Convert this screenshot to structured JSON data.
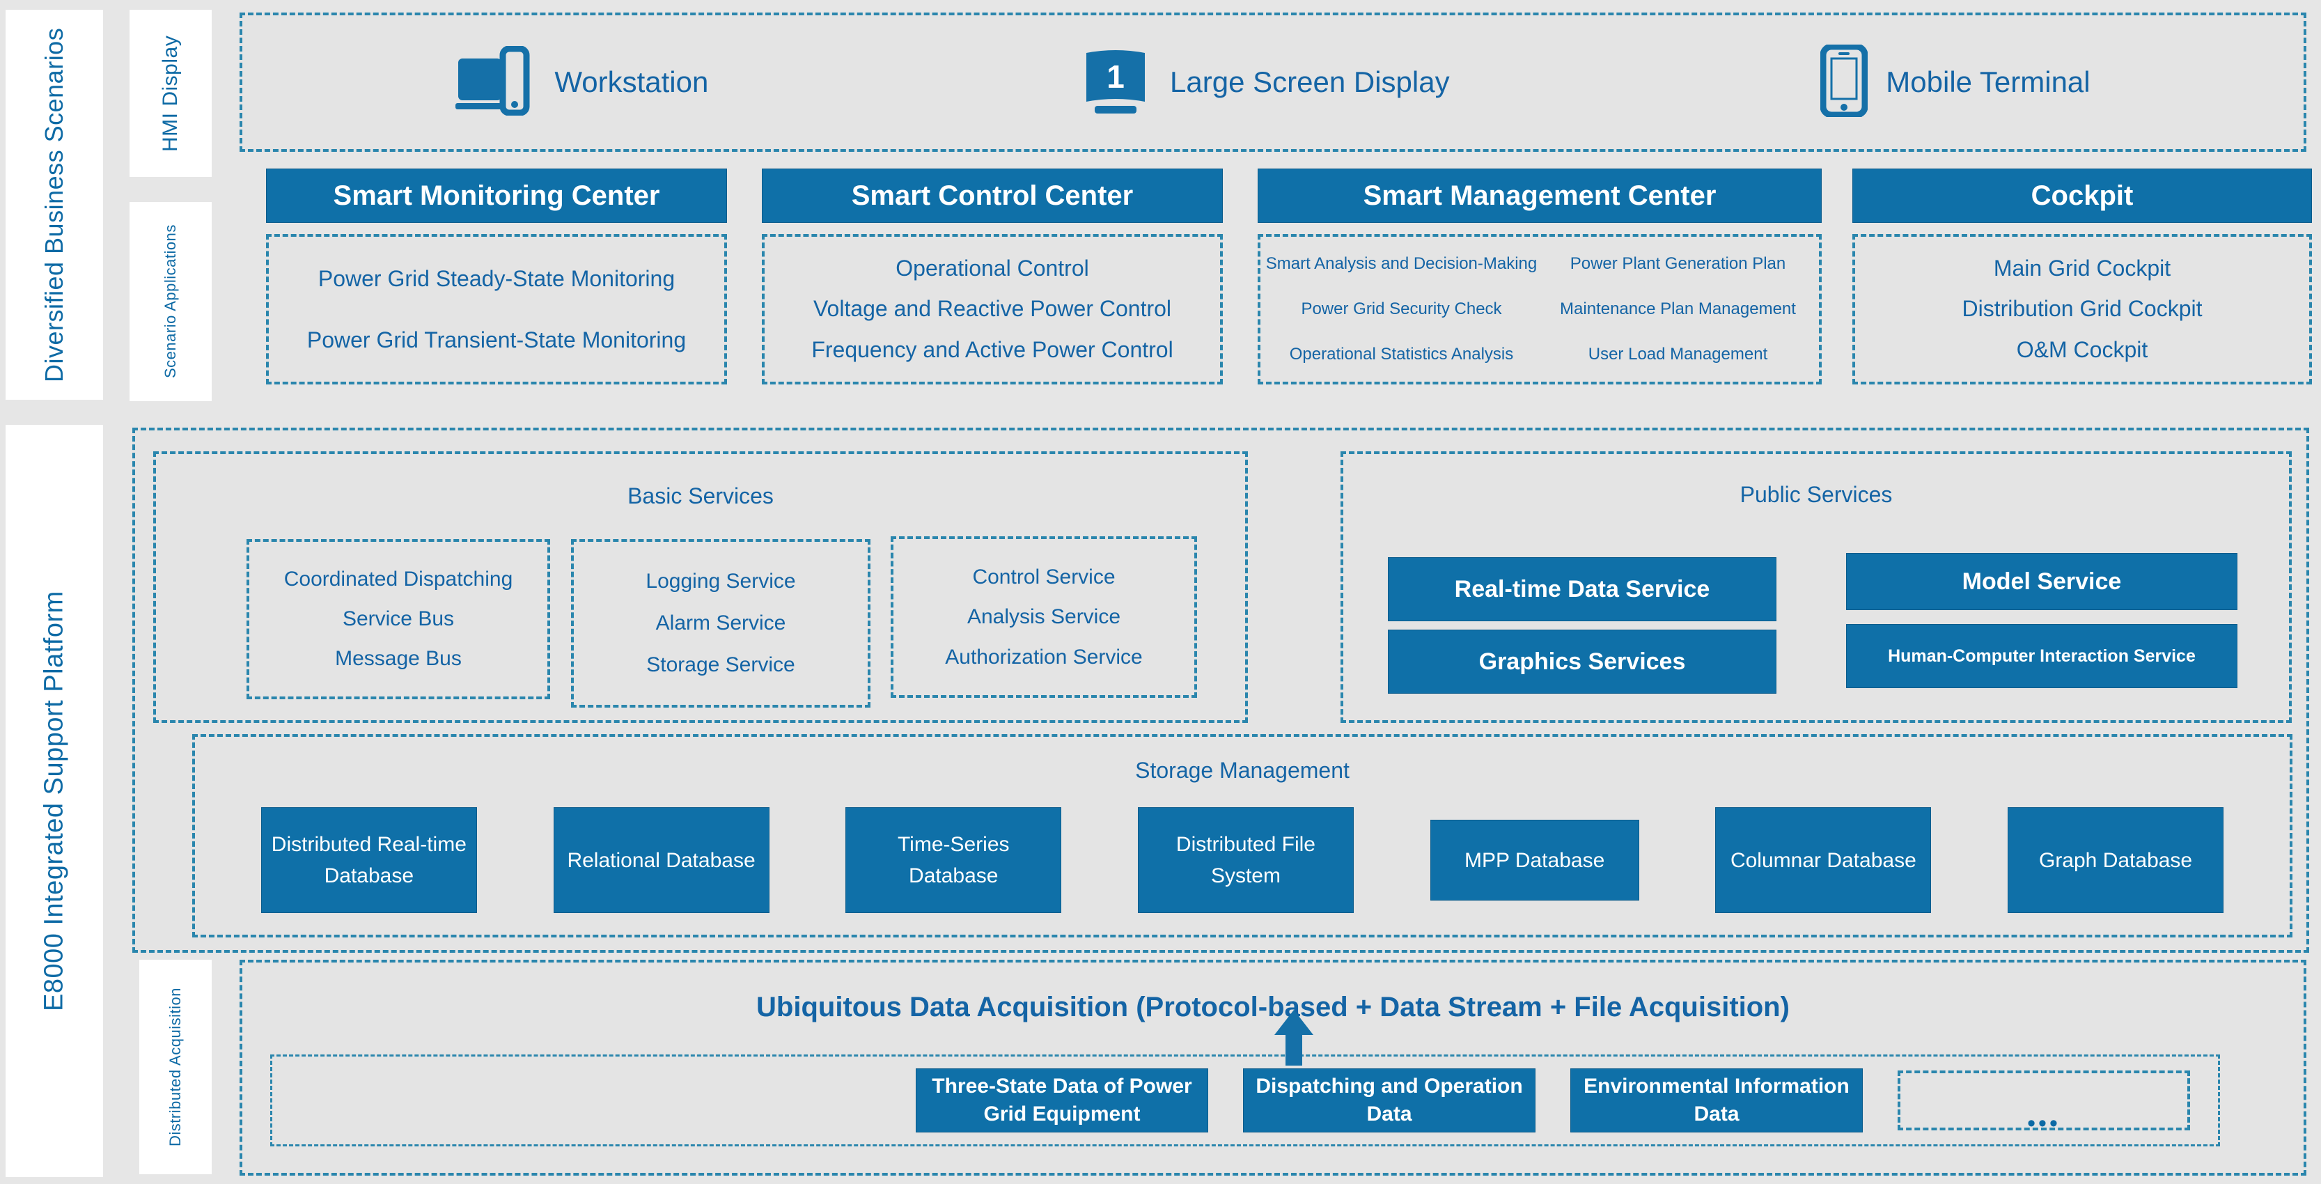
{
  "rails": {
    "business_scenarios": "Diversified Business Scenarios",
    "platform": "E8000 Integrated Support Platform",
    "hmi_display": "HMI Display",
    "scenario_applications": "Scenario Applications",
    "distributed_acquisition": "Distributed Acquisition"
  },
  "colors": {
    "accent_blue": "#0f70a8",
    "text_blue": "#1464a5",
    "dash_blue": "#2a86ad",
    "panel_gray": "#e4e4e4",
    "page_gray": "#e6e6e6"
  },
  "hmi": {
    "items": [
      {
        "label": "Workstation",
        "icon": "workstation-icon"
      },
      {
        "label": "Large Screen Display",
        "icon": "large-screen-icon",
        "screen_glyph": "1"
      },
      {
        "label": "Mobile Terminal",
        "icon": "mobile-phone-icon"
      }
    ]
  },
  "scenarios": [
    {
      "title": "Smart Monitoring Center",
      "layout": "single",
      "items": [
        "Power Grid Steady-State Monitoring",
        "Power Grid Transient-State Monitoring"
      ]
    },
    {
      "title": "Smart Control Center",
      "layout": "single",
      "items": [
        "Operational Control",
        "Voltage and Reactive Power Control",
        "Frequency and Active Power Control"
      ]
    },
    {
      "title": "Smart Management Center",
      "layout": "two-column",
      "items": [
        "Smart Analysis and Decision-Making",
        "Power Plant Generation Plan",
        "Power Grid Security Check",
        "Maintenance Plan Management",
        "Operational Statistics Analysis",
        "User Load Management"
      ]
    },
    {
      "title": "Cockpit",
      "layout": "single",
      "items": [
        "Main Grid Cockpit",
        "Distribution Grid Cockpit",
        "O&M Cockpit"
      ]
    }
  ],
  "basic_services": {
    "title": "Basic Services",
    "groups": [
      {
        "lines": [
          "Coordinated Dispatching",
          "Service Bus",
          "Message Bus"
        ]
      },
      {
        "lines": [
          "Logging Service",
          "Alarm Service",
          "Storage Service"
        ]
      },
      {
        "lines": [
          "Control Service",
          "Analysis Service",
          "Authorization Service"
        ]
      }
    ]
  },
  "public_services": {
    "title": "Public Services",
    "pills": [
      "Real-time Data Service",
      "Graphics Services",
      "Model Service",
      "Human-Computer Interaction Service"
    ]
  },
  "storage_management": {
    "title": "Storage Management",
    "databases": [
      "Distributed Real-time Database",
      "Relational Database",
      "Time-Series Database",
      "Distributed File System",
      "MPP Database",
      "Columnar Database",
      "Graph Database"
    ]
  },
  "acquisition": {
    "title": "Ubiquitous Data Acquisition (Protocol-based + Data Stream + File Acquisition)",
    "cards": [
      "Three-State Data of Power Grid Equipment",
      "Dispatching and Operation Data",
      "Environmental Information Data"
    ],
    "placeholder_dots": "•••"
  }
}
